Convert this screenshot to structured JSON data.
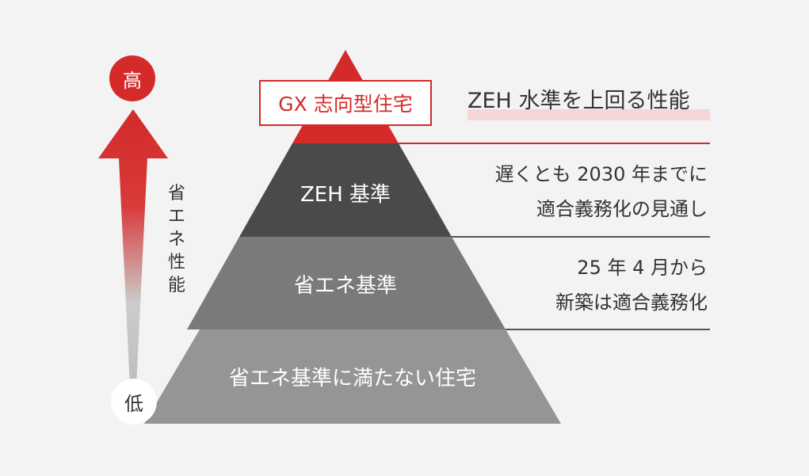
{
  "axis": {
    "high_label": "高",
    "low_label": "低",
    "label": "省エネ性能"
  },
  "tiers": {
    "gx": "GX 志向型住宅",
    "zeh": "ZEH 基準",
    "standard": "省エネ基準",
    "below": "省エネ基準に満たない住宅"
  },
  "descriptions": {
    "gx": "ZEH 水準を上回る性能",
    "zeh_line1": "遅くとも 2030 年までに",
    "zeh_line2": "適合義務化の見通し",
    "standard_line1": "25 年 4 月から",
    "standard_line2": "新築は適合義務化"
  },
  "colors": {
    "accent_red": "#d42a2a",
    "tier_zeh": "#4a4a4a",
    "tier_standard": "#7a7a7a",
    "tier_below": "#959595",
    "background": "#f3f3f3"
  }
}
